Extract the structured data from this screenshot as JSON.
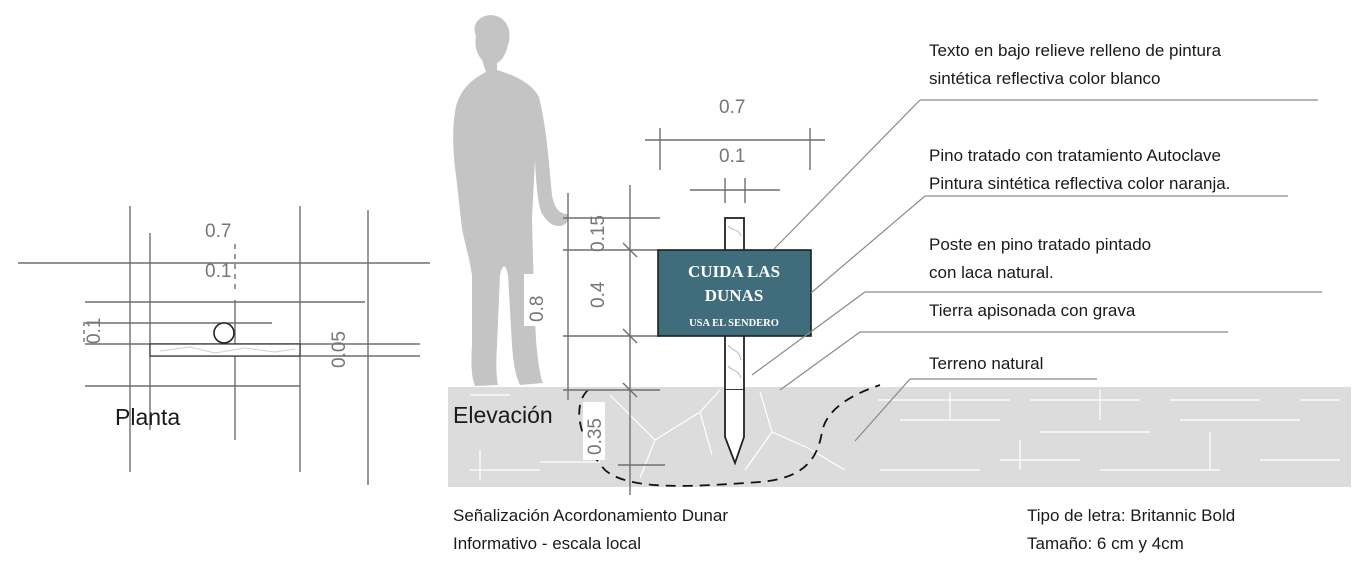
{
  "views": {
    "plan": "Planta",
    "elevation": "Elevación"
  },
  "plan_dims": {
    "width_total": "0.7",
    "width_post": "0.1",
    "depth_post": "0.1",
    "depth_base": "0.05"
  },
  "elevation_dims": {
    "width_total": "0.7",
    "width_post": "0.1",
    "post_top": "0.15",
    "sign_height": "0.4",
    "above_ground": "0.8",
    "buried": "0.35"
  },
  "sign_panel": {
    "line1": "CUIDA LAS",
    "line2": "DUNAS",
    "line3": "USA EL SENDERO",
    "color": "#3f6d7b"
  },
  "notes": {
    "text_relief_1": "Texto en bajo relieve relleno de pintura",
    "text_relief_2": "sintética reflectiva color blanco",
    "pine_1": "Pino tratado con tratamiento Autoclave",
    "pine_2": "Pintura sintética reflectiva color naranja.",
    "post_1": "Poste en pino tratado pintado",
    "post_2": "con laca natural.",
    "soil": "Tierra apisonada con grava",
    "terrain": "Terreno natural"
  },
  "caption": {
    "title_1": "Señalización Acordonamiento Dunar",
    "title_2": "Informativo - escala local",
    "font_1": "Tipo de letra: Britannic Bold",
    "font_2": "Tamaño: 6 cm y 4cm"
  },
  "colors": {
    "ground": "#dcdcdc",
    "figure": "#c4c4c4",
    "sign": "#3f6d7b",
    "lines": "#6f6f6f"
  },
  "icons": {
    "human_scale": "person-silhouette-icon"
  }
}
